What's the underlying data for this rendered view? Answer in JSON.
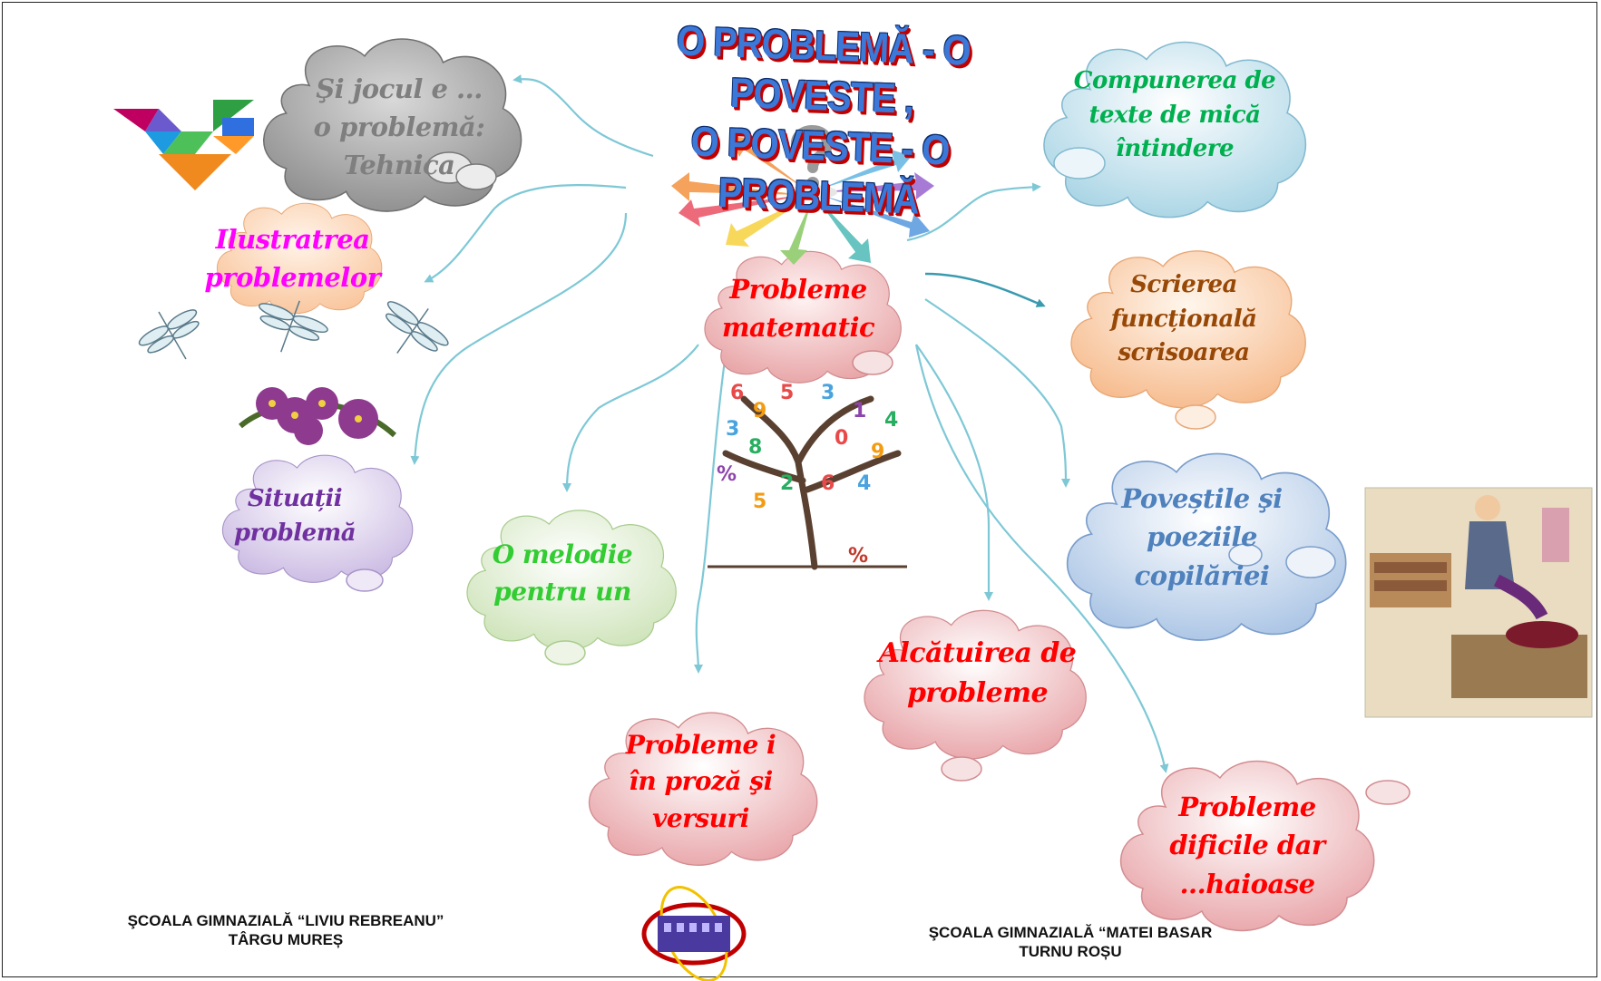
{
  "title": {
    "line1": "O PROBLEMĂ - O POVESTE ,",
    "line2": "O POVESTE - O PROBLEMĂ"
  },
  "center": {
    "lines": [
      "Probleme",
      "matematic"
    ]
  },
  "clouds": {
    "joc": {
      "lines": [
        "Şi jocul e ...",
        "o problemă:",
        "Tehnica"
      ],
      "color": "#7f7f7f"
    },
    "ilustratrea": {
      "lines": [
        "Ilustratrea",
        "problemelor"
      ],
      "color": "#ff00ff"
    },
    "situatii": {
      "lines": [
        "Situații",
        "problemă"
      ],
      "color": "#7030a0"
    },
    "melodie": {
      "lines": [
        "O melodie",
        "pentru un"
      ],
      "color": "#33cc33"
    },
    "proza": {
      "lines": [
        "Probleme i",
        "în proză şi",
        "versuri"
      ],
      "color": "#ff0000"
    },
    "alcatuire": {
      "lines": [
        "Alcătuirea de",
        "probleme"
      ],
      "color": "#ff0000"
    },
    "dificile": {
      "lines": [
        "Probleme",
        "dificile dar",
        "...haioase"
      ],
      "color": "#ff0000"
    },
    "povestile": {
      "lines": [
        "Poveștile şi",
        "poeziile",
        "copilăriei"
      ],
      "color": "#4f81bd"
    },
    "scrierea": {
      "lines": [
        "Scrierea",
        "funcțională",
        "scrisoarea"
      ],
      "color": "#984806"
    },
    "compunerea": {
      "lines": [
        "Compunerea de",
        "texte de mică",
        "întindere"
      ],
      "color": "#00b050"
    }
  },
  "footer": {
    "left": {
      "line1": "ŞCOALA GIMNAZIALĂ “LIVIU REBREANU”",
      "line2": "TÂRGU MUREȘ"
    },
    "right": {
      "line1": "ŞCOALA GIMNAZIALĂ “MATEI BASAR",
      "line2": "TURNU ROȘU"
    }
  },
  "images": [
    "tangram-image",
    "dragonfly-image",
    "flowers-image",
    "arrows-question-image",
    "number-tree-image",
    "tailor-illustration",
    "school-logo"
  ]
}
